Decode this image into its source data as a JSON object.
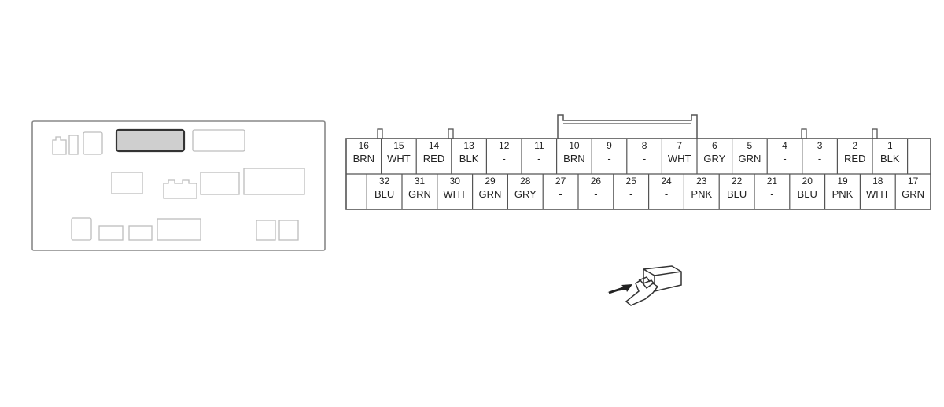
{
  "connector": {
    "top_row": [
      {
        "pin": "16",
        "color": "BRN"
      },
      {
        "pin": "15",
        "color": "WHT"
      },
      {
        "pin": "14",
        "color": "RED"
      },
      {
        "pin": "13",
        "color": "BLK"
      },
      {
        "pin": "12",
        "color": "-"
      },
      {
        "pin": "11",
        "color": "-"
      },
      {
        "pin": "10",
        "color": "BRN"
      },
      {
        "pin": "9",
        "color": "-"
      },
      {
        "pin": "8",
        "color": "-"
      },
      {
        "pin": "7",
        "color": "WHT"
      },
      {
        "pin": "6",
        "color": "GRY"
      },
      {
        "pin": "5",
        "color": "GRN"
      },
      {
        "pin": "4",
        "color": "-"
      },
      {
        "pin": "3",
        "color": "-"
      },
      {
        "pin": "2",
        "color": "RED"
      },
      {
        "pin": "1",
        "color": "BLK"
      }
    ],
    "bottom_row": [
      {
        "pin": "32",
        "color": "BLU"
      },
      {
        "pin": "31",
        "color": "GRN"
      },
      {
        "pin": "30",
        "color": "WHT"
      },
      {
        "pin": "29",
        "color": "GRN"
      },
      {
        "pin": "28",
        "color": "GRY"
      },
      {
        "pin": "27",
        "color": "-"
      },
      {
        "pin": "26",
        "color": "-"
      },
      {
        "pin": "25",
        "color": "-"
      },
      {
        "pin": "24",
        "color": "-"
      },
      {
        "pin": "23",
        "color": "PNK"
      },
      {
        "pin": "22",
        "color": "BLU"
      },
      {
        "pin": "21",
        "color": "-"
      },
      {
        "pin": "20",
        "color": "BLU"
      },
      {
        "pin": "19",
        "color": "PNK"
      },
      {
        "pin": "18",
        "color": "WHT"
      },
      {
        "pin": "17",
        "color": "GRN"
      }
    ]
  },
  "colors": {
    "line": "#555555",
    "light_line": "#b8b8b8",
    "highlight_fill": "#cfcfcf",
    "text": "#222222"
  },
  "icons": {
    "locator_panel": "component-location-panel",
    "highlight": "highlighted-connector",
    "view_direction": "terminal-side-view-icon"
  }
}
